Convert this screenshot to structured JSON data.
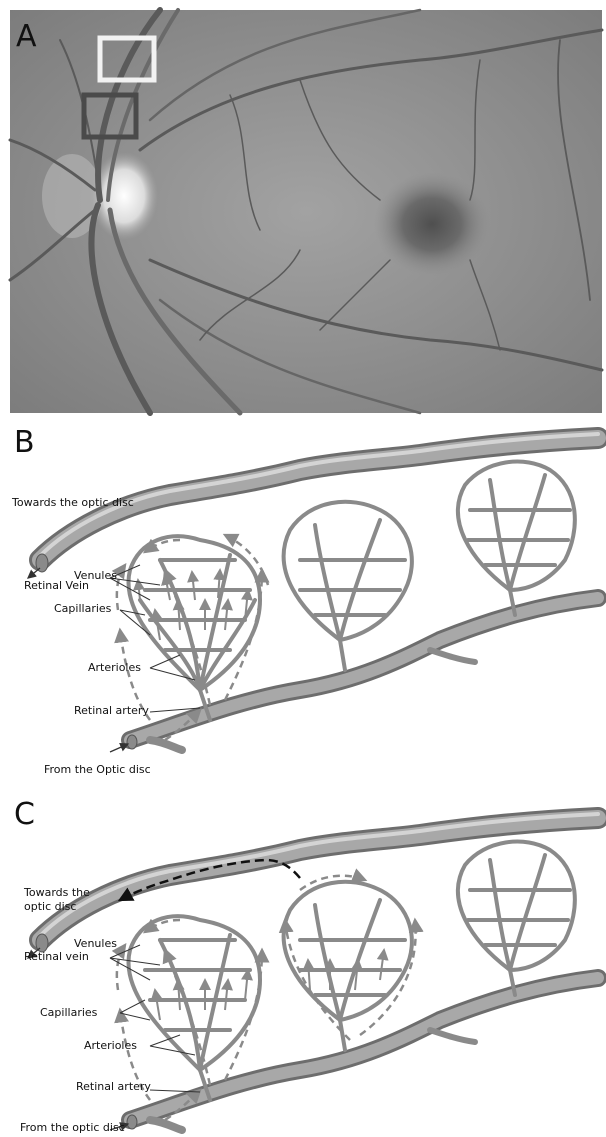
{
  "panels": {
    "A": {
      "letter": "A"
    },
    "B": {
      "letter": "B",
      "labels": {
        "towards": "Towards the optic disc",
        "vein": "Retinal Vein",
        "venules": "Venules",
        "capillaries": "Capillaries",
        "arterioles": "Arterioles",
        "artery": "Retinal artery",
        "from": "From the Optic disc"
      }
    },
    "C": {
      "letter": "C",
      "labels": {
        "towards_line1": "Towards the",
        "towards_line2": "optic disc",
        "vein": "Retinal vein",
        "venules": "Venules",
        "capillaries": "Capillaries",
        "arterioles": "Arterioles",
        "artery": "Retinal artery",
        "from": "From the optic disc"
      }
    }
  },
  "colors": {
    "fundus_background": "#8f8f8f",
    "vessel": "#9b9b9b",
    "vessel_dark": "#6f6f6f",
    "flow_arrows_panel_B": "#8a8a8a",
    "flow_arrows_panel_C_shunt": "#111111",
    "marker_white": "#f2f2f2",
    "marker_dark": "#4a4a4a"
  }
}
